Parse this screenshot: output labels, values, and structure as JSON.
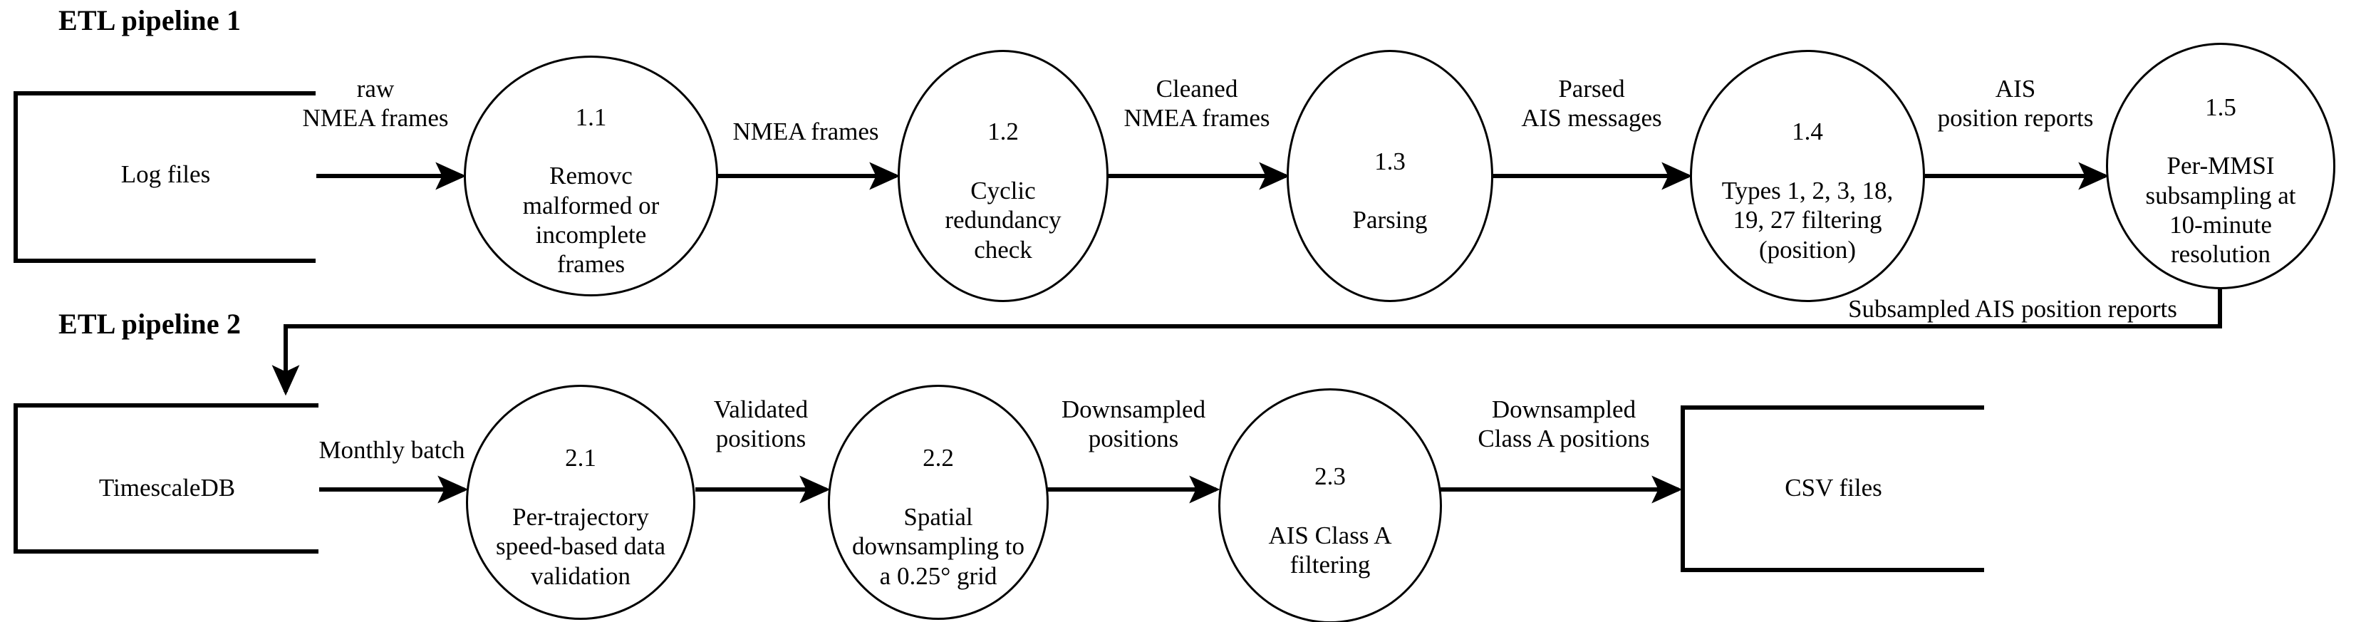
{
  "diagram": {
    "title_pipeline_1": "ETL pipeline 1",
    "title_pipeline_2": "ETL pipeline 2",
    "stroke_color": "#000000",
    "background_color": "#ffffff"
  },
  "pipeline1": {
    "store_source": "Log files",
    "processes": [
      {
        "id": "1.1",
        "name": "Removc\nmalformed or\nincomplete\nframes"
      },
      {
        "id": "1.2",
        "name": "Cyclic\nredundancy\ncheck"
      },
      {
        "id": "1.3",
        "name": "Parsing"
      },
      {
        "id": "1.4",
        "name": "Types 1, 2, 3, 18,\n19, 27 filtering\n(position)"
      },
      {
        "id": "1.5",
        "name": "Per-MMSI\nsubsampling at\n10-minute\nresolution"
      }
    ],
    "flows": [
      "raw\nNMEA frames",
      "NMEA frames",
      "Cleaned\nNMEA frames",
      "Parsed\nAIS messages",
      "AIS\nposition reports"
    ],
    "flow_to_pipeline2": "Subsampled AIS position reports"
  },
  "pipeline2": {
    "store_source": "TimescaleDB",
    "store_sink": "CSV files",
    "processes": [
      {
        "id": "2.1",
        "name": "Per-trajectory\nspeed-based data\nvalidation"
      },
      {
        "id": "2.2",
        "name": "Spatial\ndownsampling to\na 0.25° grid"
      },
      {
        "id": "2.3",
        "name": "AIS Class A\nfiltering"
      }
    ],
    "flows": [
      "Monthly batch",
      "Validated\npositions",
      "Downsampled\npositions",
      "Downsampled\nClass A positions"
    ]
  }
}
